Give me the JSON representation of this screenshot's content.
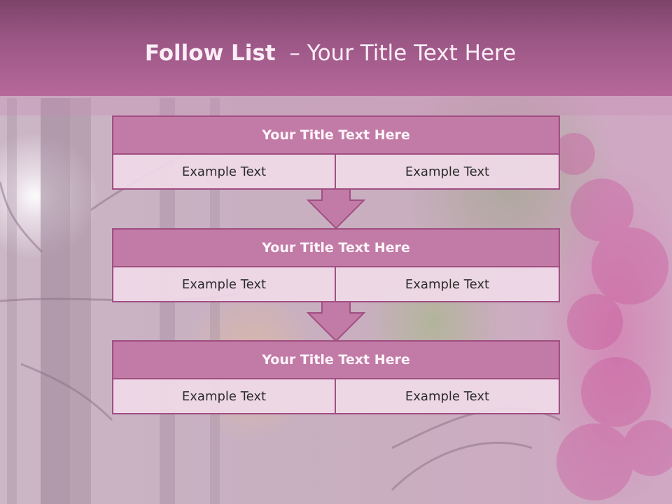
{
  "slide": {
    "title_bold": "Follow List",
    "title_rest": "– Your Title Text Here"
  },
  "steps": [
    {
      "title": "Your Title Text Here",
      "left": "Example Text",
      "right": "Example Text"
    },
    {
      "title": "Your Title Text Here",
      "left": "Example Text",
      "right": "Example Text"
    },
    {
      "title": "Your Title Text Here",
      "left": "Example Text",
      "right": "Example Text"
    }
  ],
  "colors": {
    "header": "#9a5685",
    "block_title_fill": "#c27ba6",
    "block_border": "#a04f82",
    "cell_fill": "#f0dae8",
    "arrow_fill": "#c27ba6"
  }
}
